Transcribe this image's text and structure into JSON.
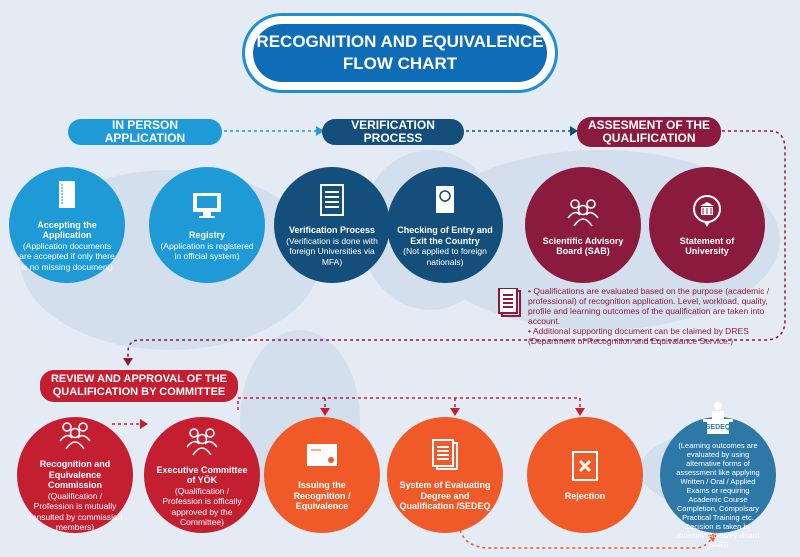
{
  "title": {
    "line1": "RECOGNITION AND EQUIVALENCE",
    "line2": "FLOW CHART"
  },
  "sections": {
    "in_person": "IN PERSON APPLICATION",
    "verification": "VERIFICATION PROCESS",
    "assessment": "ASSESMENT OF THE QUALIFICATION",
    "review": "REVIEW AND APPROVAL OF THE QUALIFICATION BY COMMITTEE"
  },
  "colors": {
    "light_blue": "#1e9ad6",
    "dark_blue": "#144f7b",
    "maroon": "#8b1a3f",
    "red": "#c41f30",
    "orange": "#f05a28",
    "sedeq_blue": "#2e78a8"
  },
  "steps": [
    {
      "title": "Accepting the Application",
      "desc": "(Application documents are accepted if only there is no missing document)",
      "icon": "document-folder-icon"
    },
    {
      "title": "Registry",
      "desc": "(Application is registered in official system)",
      "icon": "monitor-icon"
    },
    {
      "title": "Verification Process",
      "desc": "(Verification is done with foreign Universities via MFA)",
      "icon": "checklist-icon"
    },
    {
      "title": "Checking of Entry and Exit the Country",
      "desc": "(Not applied to foreign nationals)",
      "icon": "passport-icon"
    },
    {
      "title": "Scientific Advisory Board (SAB)",
      "desc": "",
      "icon": "group-icon"
    },
    {
      "title": "Statement of University",
      "desc": "",
      "icon": "university-icon"
    },
    {
      "title": "Recognition and Equivalence Commission",
      "desc": "(Qualification / Profession is mutually consulted by commission members)",
      "icon": "group-icon"
    },
    {
      "title": "Executive Committee of YÖK",
      "desc": "(Qualification / Profession is offically approved by the Committee)",
      "icon": "group-icon"
    },
    {
      "title": "Issuing the Recognition / Equivalence",
      "desc": "",
      "icon": "certificate-icon"
    },
    {
      "title": "System of Evaluating Degree and Qualification /SEDEQ",
      "desc": "",
      "icon": "documents-icon"
    },
    {
      "title": "Rejection",
      "desc": "",
      "icon": "reject-icon"
    },
    {
      "title": "",
      "desc": "(Learning outcomes are evaluated by using alternative forms of assessment like applying Written / Oral / Applied Exams or requiring Academic Course Completion, Compolsary Practical Training etc. Decision is taken by Scientific Advisory Board (SAB)).",
      "icon": "podium-icon",
      "badge": "SEDEQ"
    }
  ],
  "note": {
    "line1": "• Qualifications are evaluated based on the purpose (academic / professional) of recognition application. Level, workload, quality, profile and learning outcomes of the qualification are taken into account.",
    "line2": "• Additional supporting document can be claimed by DRES (Department of Recognition and Equivalance Service.)"
  }
}
